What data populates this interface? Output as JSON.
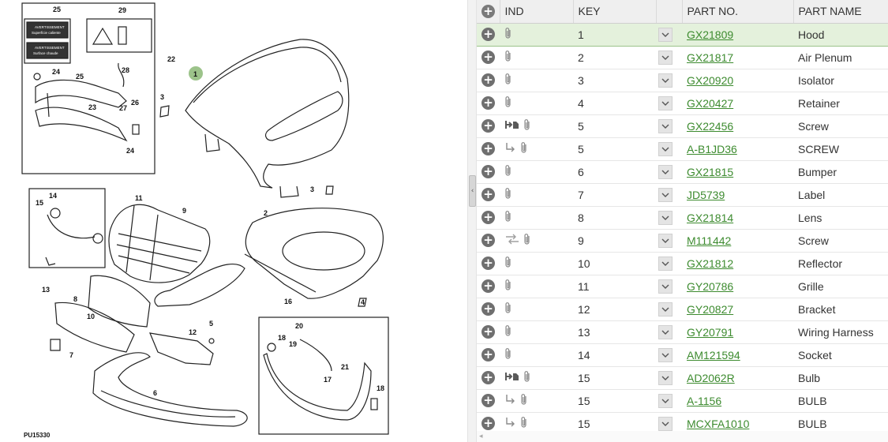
{
  "diagram": {
    "callouts": [
      "25",
      "29",
      "22",
      "24",
      "25",
      "23",
      "28",
      "27",
      "26",
      "24",
      "3",
      "1",
      "14",
      "15",
      "11",
      "9",
      "13",
      "2",
      "3",
      "8",
      "10",
      "7",
      "12",
      "5",
      "6",
      "4",
      "16",
      "18",
      "19",
      "20",
      "21",
      "17",
      "18"
    ],
    "figure_id": "PU15330",
    "sticker_text": [
      "AVERTISSEMENT",
      "Superficie caliente",
      "AVERTISSEMENT",
      "Surface chaude"
    ]
  },
  "table": {
    "headers": {
      "ind": "IND",
      "key": "KEY",
      "part_no": "PART NO.",
      "part_name": "PART NAME"
    },
    "rows": [
      {
        "ind": "clip",
        "key": "1",
        "part_no": "GX21809",
        "part_name": "Hood"
      },
      {
        "ind": "clip",
        "key": "2",
        "part_no": "GX21817",
        "part_name": "Air Plenum"
      },
      {
        "ind": "clip",
        "key": "3",
        "part_no": "GX20920",
        "part_name": "Isolator"
      },
      {
        "ind": "clip",
        "key": "4",
        "part_no": "GX20427",
        "part_name": "Retainer"
      },
      {
        "ind": "split",
        "key": "5",
        "part_no": "GX22456",
        "part_name": "Screw"
      },
      {
        "ind": "sub",
        "key": "5",
        "part_no": "A-B1JD36",
        "part_name": "SCREW"
      },
      {
        "ind": "clip",
        "key": "6",
        "part_no": "GX21815",
        "part_name": "Bumper"
      },
      {
        "ind": "clip",
        "key": "7",
        "part_no": "JD5739",
        "part_name": "Label"
      },
      {
        "ind": "clip",
        "key": "8",
        "part_no": "GX21814",
        "part_name": "Lens"
      },
      {
        "ind": "swap",
        "key": "9",
        "part_no": "M111442",
        "part_name": "Screw"
      },
      {
        "ind": "clip",
        "key": "10",
        "part_no": "GX21812",
        "part_name": "Reflector"
      },
      {
        "ind": "clip",
        "key": "11",
        "part_no": "GY20786",
        "part_name": "Grille"
      },
      {
        "ind": "clip",
        "key": "12",
        "part_no": "GY20827",
        "part_name": "Bracket"
      },
      {
        "ind": "clip",
        "key": "13",
        "part_no": "GY20791",
        "part_name": "Wiring Harness"
      },
      {
        "ind": "clip",
        "key": "14",
        "part_no": "AM121594",
        "part_name": "Socket"
      },
      {
        "ind": "split",
        "key": "15",
        "part_no": "AD2062R",
        "part_name": "Bulb"
      },
      {
        "ind": "sub",
        "key": "15",
        "part_no": "A-1156",
        "part_name": "BULB"
      },
      {
        "ind": "sub",
        "key": "15",
        "part_no": "MCXFA1010",
        "part_name": "BULB"
      }
    ]
  },
  "colors": {
    "link": "#3d8b2f",
    "selected_row": "#e4f1dc",
    "header_bg": "#efefef"
  }
}
